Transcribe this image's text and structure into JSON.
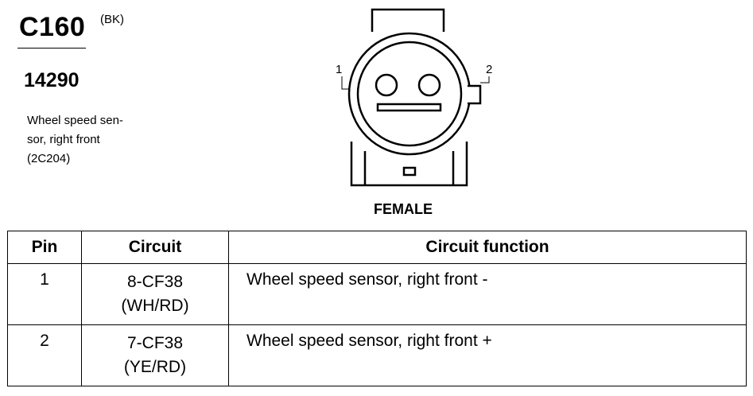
{
  "connector": {
    "id": "C160",
    "color_code": "(BK)",
    "part_number": "14290",
    "description_lines": [
      "Wheel speed sen-",
      "sor, right front",
      "(2C204)"
    ],
    "pin_labels": [
      "1",
      "2"
    ],
    "view_label": "FEMALE"
  },
  "table": {
    "headers": [
      "Pin",
      "Circuit",
      "Circuit function"
    ],
    "rows": [
      {
        "pin": "1",
        "circuit": "8-CF38",
        "wire": "(WH/RD)",
        "function": "Wheel speed sensor, right front  -"
      },
      {
        "pin": "2",
        "circuit": "7-CF38",
        "wire": "(YE/RD)",
        "function": "Wheel speed sensor, right front  +"
      }
    ]
  }
}
